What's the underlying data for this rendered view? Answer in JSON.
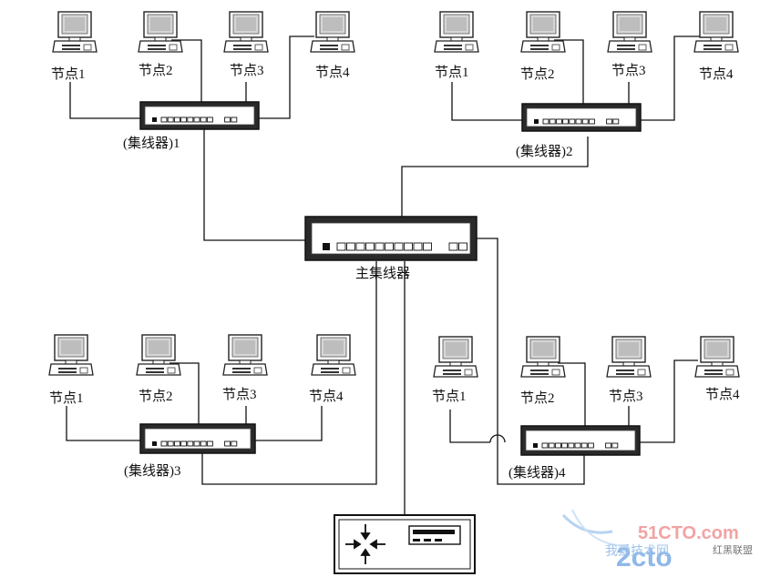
{
  "node_labels": {
    "g1": [
      "节点1",
      "节点2",
      "节点3",
      "节点4"
    ],
    "g2": [
      "节点1",
      "节点2",
      "节点3",
      "节点4"
    ],
    "g3": [
      "节点1",
      "节点2",
      "节点3",
      "节点4"
    ],
    "g4": [
      "节点1",
      "节点2",
      "节点3",
      "节点4"
    ]
  },
  "hub_labels": {
    "h1": "(集线器)1",
    "h2": "(集线器)2",
    "h3": "(集线器)3",
    "h4": "(集线器)4",
    "main": "主集线器"
  },
  "watermark": {
    "site": "51CTO.com",
    "brand": "2cto",
    "slogan": "我爱技术网",
    "tag": "红黑联盟"
  },
  "colors": {
    "line": "#111111",
    "device_fill": "#ffffff",
    "device_dark": "#1a1a1a",
    "screen": "#d9d9d9"
  }
}
